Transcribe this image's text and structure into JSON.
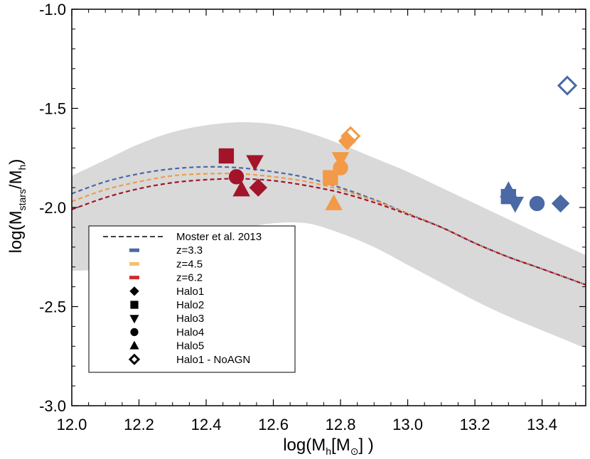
{
  "chart_data": {
    "type": "scatter",
    "xlim": [
      12.0,
      13.53
    ],
    "ylim": [
      -3.0,
      -1.0
    ],
    "x_ticks": [
      "12.0",
      "12.2",
      "12.4",
      "12.6",
      "12.8",
      "13.0",
      "13.2",
      "13.4"
    ],
    "y_ticks": [
      "-1.0",
      "-1.5",
      "-2.0",
      "-2.5",
      "-3.0"
    ],
    "xlabel": {
      "prefix": "log(M",
      "sub1": "h",
      "mid": "[M",
      "sun": "⊙",
      "suffix": "] )"
    },
    "ylabel": {
      "prefix": "log(M",
      "sub1": "stars",
      "mid": "/M",
      "sub2": "h",
      "suffix": ")"
    },
    "grid": false,
    "legend_position": "lower-left",
    "colors": {
      "z33": "#4a69a5",
      "z45": "#f29a48",
      "z62": "#a3142a",
      "band": "#d9d9d9",
      "legend_z45": "#f5c06d",
      "legend_z62": "#cc2d33"
    },
    "moster_band": {
      "x": [
        12.0,
        12.1,
        12.2,
        12.3,
        12.4,
        12.5,
        12.6,
        12.7,
        12.8,
        12.9,
        13.0,
        13.1,
        13.2,
        13.3,
        13.4,
        13.53
      ],
      "upper": [
        -1.84,
        -1.76,
        -1.68,
        -1.62,
        -1.585,
        -1.57,
        -1.58,
        -1.62,
        -1.68,
        -1.75,
        -1.82,
        -1.9,
        -1.98,
        -2.06,
        -2.14,
        -2.24
      ],
      "lower": [
        -2.32,
        -2.31,
        -2.27,
        -2.22,
        -2.16,
        -2.11,
        -2.08,
        -2.08,
        -2.13,
        -2.2,
        -2.29,
        -2.38,
        -2.47,
        -2.55,
        -2.62,
        -2.71
      ]
    },
    "series": [
      {
        "name": "z=3.3",
        "kind": "line",
        "color": "#4a69a5",
        "x": [
          12.0,
          12.1,
          12.2,
          12.3,
          12.4,
          12.5,
          12.6,
          12.7,
          12.8,
          12.9,
          13.0,
          13.1,
          13.2,
          13.3,
          13.4,
          13.53
        ],
        "y": [
          -1.93,
          -1.87,
          -1.83,
          -1.805,
          -1.795,
          -1.8,
          -1.82,
          -1.85,
          -1.9,
          -1.96,
          -2.03,
          -2.1,
          -2.18,
          -2.25,
          -2.31,
          -2.39
        ]
      },
      {
        "name": "z=4.5",
        "kind": "line",
        "color": "#f29a48",
        "x": [
          12.0,
          12.1,
          12.2,
          12.3,
          12.4,
          12.5,
          12.6,
          12.7,
          12.8,
          12.9,
          13.0,
          13.1,
          13.2,
          13.3,
          13.4,
          13.53
        ],
        "y": [
          -1.97,
          -1.91,
          -1.87,
          -1.84,
          -1.83,
          -1.83,
          -1.845,
          -1.87,
          -1.91,
          -1.965,
          -2.03,
          -2.1,
          -2.18,
          -2.25,
          -2.31,
          -2.39
        ]
      },
      {
        "name": "z=6.2",
        "kind": "line",
        "color": "#a3142a",
        "x": [
          12.0,
          12.1,
          12.2,
          12.3,
          12.4,
          12.5,
          12.6,
          12.7,
          12.8,
          12.9,
          13.0,
          13.1,
          13.2,
          13.3,
          13.4,
          13.53
        ],
        "y": [
          -2.01,
          -1.95,
          -1.905,
          -1.875,
          -1.86,
          -1.855,
          -1.865,
          -1.89,
          -1.925,
          -1.975,
          -2.035,
          -2.1,
          -2.18,
          -2.25,
          -2.31,
          -2.39
        ]
      }
    ],
    "points": [
      {
        "halo": "Halo1",
        "z": "z=3.3",
        "x": 13.455,
        "y": -1.98,
        "marker": "diamond",
        "fill": true,
        "color": "#4a69a5"
      },
      {
        "halo": "Halo2",
        "z": "z=3.3",
        "x": 13.3,
        "y": -1.945,
        "marker": "square",
        "fill": true,
        "color": "#4a69a5"
      },
      {
        "halo": "Halo3",
        "z": "z=3.3",
        "x": 13.32,
        "y": -1.98,
        "marker": "triangle-down",
        "fill": true,
        "color": "#4a69a5"
      },
      {
        "halo": "Halo4",
        "z": "z=3.3",
        "x": 13.385,
        "y": -1.98,
        "marker": "circle",
        "fill": true,
        "color": "#4a69a5"
      },
      {
        "halo": "Halo5",
        "z": "z=3.3",
        "x": 13.3,
        "y": -1.915,
        "marker": "triangle-up",
        "fill": true,
        "color": "#4a69a5"
      },
      {
        "halo": "Halo1 - NoAGN",
        "z": "z=3.3",
        "x": 13.475,
        "y": -1.385,
        "marker": "diamond",
        "fill": false,
        "color": "#4a69a5"
      },
      {
        "halo": "Halo1",
        "z": "z=4.5",
        "x": 12.82,
        "y": -1.665,
        "marker": "diamond",
        "fill": true,
        "color": "#f29a48"
      },
      {
        "halo": "Halo2",
        "z": "z=4.5",
        "x": 12.77,
        "y": -1.85,
        "marker": "square",
        "fill": true,
        "color": "#f29a48"
      },
      {
        "halo": "Halo3",
        "z": "z=4.5",
        "x": 12.8,
        "y": -1.755,
        "marker": "triangle-down",
        "fill": true,
        "color": "#f29a48"
      },
      {
        "halo": "Halo4",
        "z": "z=4.5",
        "x": 12.8,
        "y": -1.8,
        "marker": "circle",
        "fill": true,
        "color": "#f29a48"
      },
      {
        "halo": "Halo5",
        "z": "z=4.5",
        "x": 12.78,
        "y": -1.98,
        "marker": "triangle-up",
        "fill": true,
        "color": "#f29a48"
      },
      {
        "halo": "Halo1 - NoAGN",
        "z": "z=4.5",
        "x": 12.83,
        "y": -1.64,
        "marker": "diamond",
        "fill": false,
        "color": "#f29a48"
      },
      {
        "halo": "Halo1",
        "z": "z=6.2",
        "x": 12.555,
        "y": -1.9,
        "marker": "diamond",
        "fill": true,
        "color": "#a3142a"
      },
      {
        "halo": "Halo2",
        "z": "z=6.2",
        "x": 12.46,
        "y": -1.74,
        "marker": "square",
        "fill": true,
        "color": "#a3142a"
      },
      {
        "halo": "Halo3",
        "z": "z=6.2",
        "x": 12.545,
        "y": -1.77,
        "marker": "triangle-down",
        "fill": true,
        "color": "#a3142a"
      },
      {
        "halo": "Halo4",
        "z": "z=6.2",
        "x": 12.49,
        "y": -1.845,
        "marker": "circle",
        "fill": true,
        "color": "#a3142a"
      },
      {
        "halo": "Halo5",
        "z": "z=6.2",
        "x": 12.505,
        "y": -1.91,
        "marker": "triangle-up",
        "fill": true,
        "color": "#a3142a"
      }
    ],
    "legend": [
      {
        "label": "Moster et al. 2013",
        "kind": "dashed-line",
        "color": "#000000"
      },
      {
        "label": "z=3.3",
        "kind": "bar",
        "color": "#4a69a5"
      },
      {
        "label": "z=4.5",
        "kind": "bar",
        "color": "#f5c06d"
      },
      {
        "label": "z=6.2",
        "kind": "bar",
        "color": "#cc2d33"
      },
      {
        "label": "Halo1",
        "kind": "marker",
        "marker": "diamond",
        "fill": true
      },
      {
        "label": "Halo2",
        "kind": "marker",
        "marker": "square",
        "fill": true
      },
      {
        "label": "Halo3",
        "kind": "marker",
        "marker": "triangle-down",
        "fill": true
      },
      {
        "label": "Halo4",
        "kind": "marker",
        "marker": "circle",
        "fill": true
      },
      {
        "label": "Halo5",
        "kind": "marker",
        "marker": "triangle-up",
        "fill": true
      },
      {
        "label": "Halo1 - NoAGN",
        "kind": "marker",
        "marker": "diamond",
        "fill": false
      }
    ]
  }
}
